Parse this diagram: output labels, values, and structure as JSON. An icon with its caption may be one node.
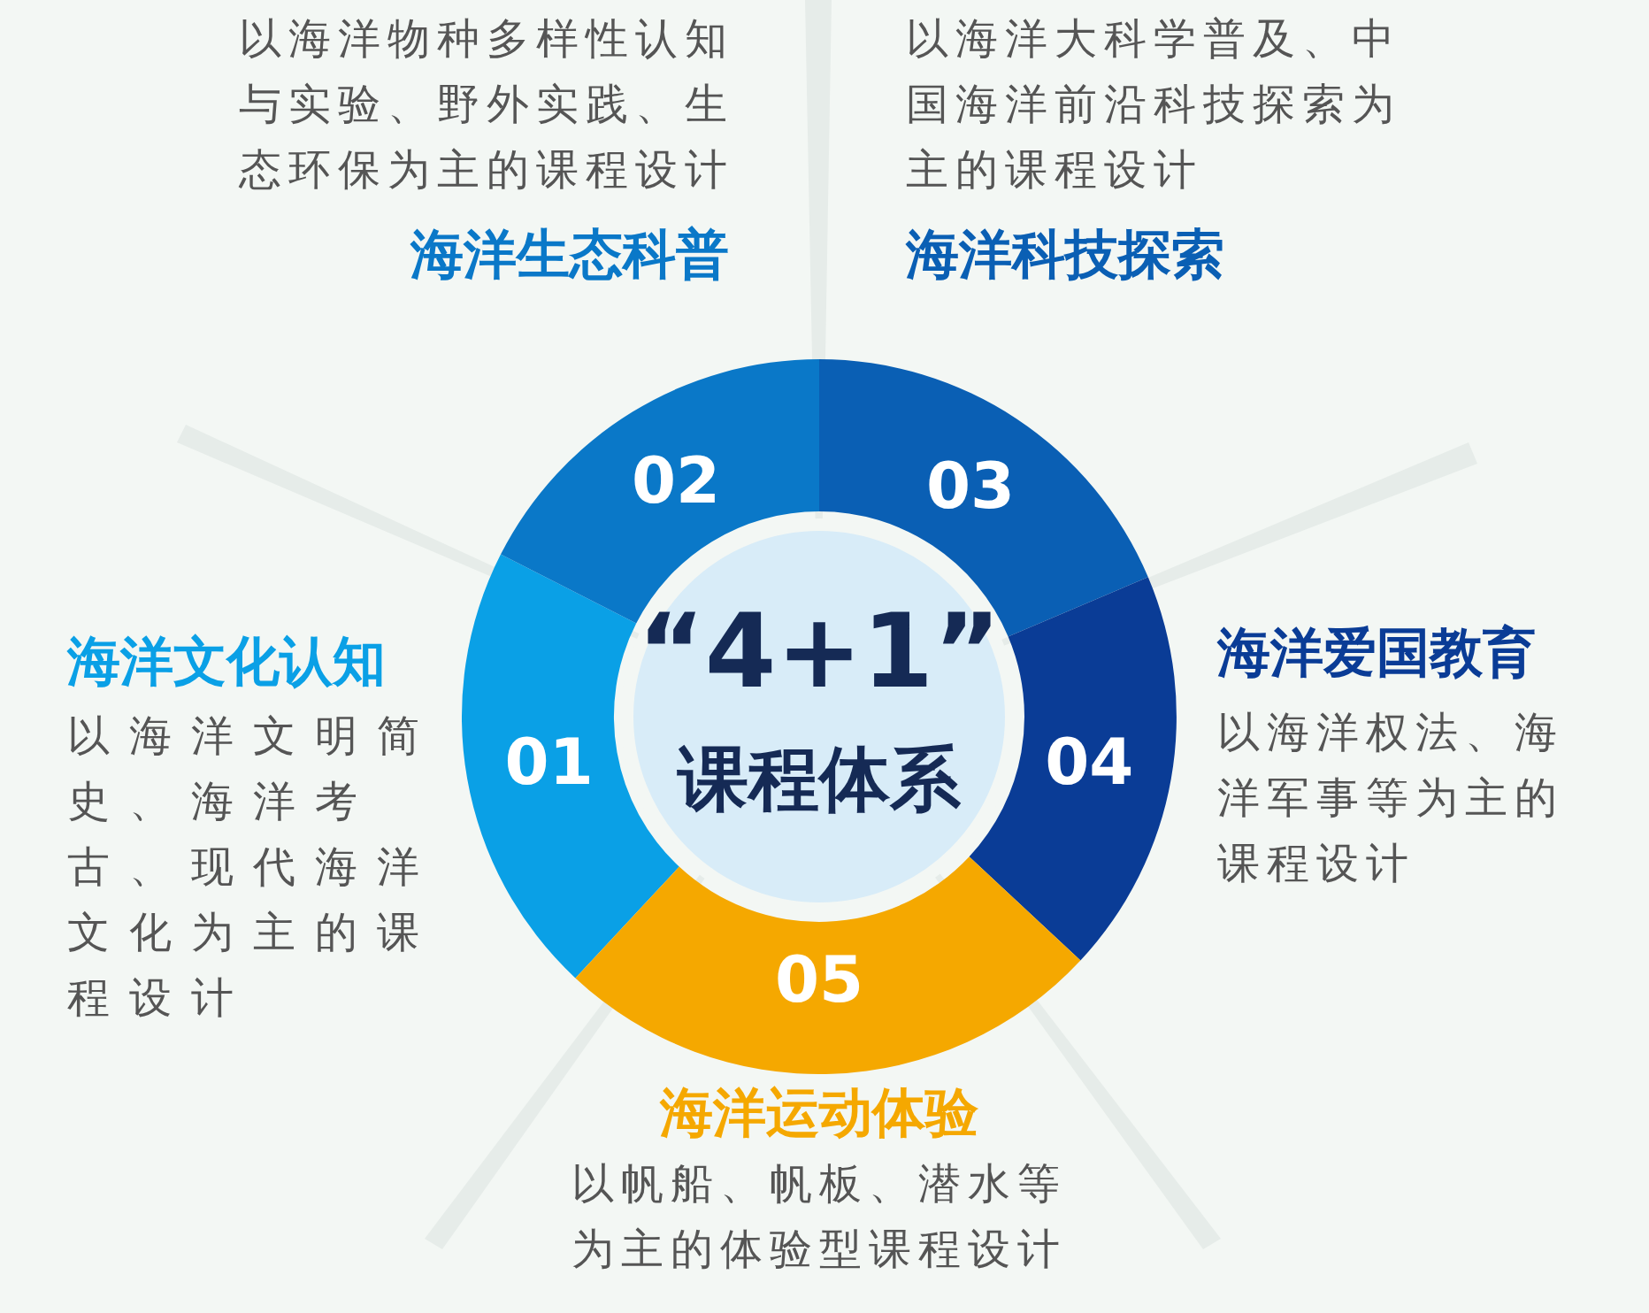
{
  "diagram": {
    "nodes": [
      {
        "text": [
          "“4+1”",
          "课程体系"
        ]
      },
      {
        "text": [
          "01"
        ],
        "beside": [
          "海洋文化认知",
          "以海洋文明简史、海洋考古、现代海洋文化为主的课程设计"
        ]
      },
      {
        "text": [
          "02"
        ],
        "beside": [
          "海洋生态科普",
          "以海洋物种多样性认知与实验、野外实践、生态环保为主的课程设计"
        ]
      },
      {
        "text": [
          "03"
        ],
        "beside": [
          "海洋科技探索",
          "以海洋大科学普及、中国海洋前沿科技探索为主的课程设计"
        ]
      },
      {
        "text": [
          "04"
        ],
        "beside": [
          "海洋爱国教育",
          "以海洋权法、海洋军事等为主的课程设计"
        ]
      },
      {
        "text": [
          "05"
        ],
        "beside": [
          "海洋运动体验",
          "以帆船、帆板、潜水等为主的体验型课程设计"
        ]
      }
    ]
  }
}
